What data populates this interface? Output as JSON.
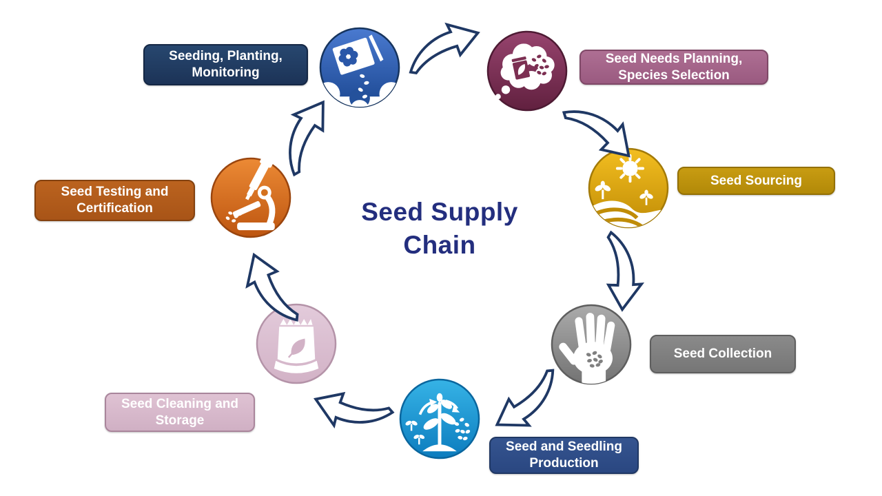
{
  "title": {
    "line1": "Seed Supply",
    "line2": "Chain",
    "color": "#232e7e"
  },
  "stages": [
    {
      "id": "seeding",
      "label": "Seeding, Planting, Monitoring",
      "icon": "seed-packet-pouring-icon",
      "circle_color": "#2b5cb0",
      "box_color": "#1f3a64"
    },
    {
      "id": "planning",
      "label": "Seed Needs Planning, Species Selection",
      "icon": "thought-bubble-seeds-icon",
      "circle_color": "#8a3a61",
      "box_color": "#a5688c"
    },
    {
      "id": "sourcing",
      "label": "Seed Sourcing",
      "icon": "sun-over-field-icon",
      "circle_color": "#dda70f",
      "box_color": "#bf940c"
    },
    {
      "id": "collection",
      "label": "Seed Collection",
      "icon": "hand-holding-seeds-icon",
      "circle_color": "#8c8c8c",
      "box_color": "#808080"
    },
    {
      "id": "production",
      "label": "Seed and Seedling Production",
      "icon": "growing-plant-seeds-icon",
      "circle_color": "#1b9cd8",
      "box_color": "#2e4d8f"
    },
    {
      "id": "cleaning",
      "label": "Seed Cleaning and Storage",
      "icon": "seed-bag-leaf-icon",
      "circle_color": "#d9bdce",
      "box_color": "#d9bace"
    },
    {
      "id": "testing",
      "label": "Seed Testing and Certification",
      "icon": "microscope-icon",
      "circle_color": "#d96f1e",
      "box_color": "#b45a1b"
    }
  ],
  "arrow_color": "#1f3864",
  "background": "#ffffff"
}
